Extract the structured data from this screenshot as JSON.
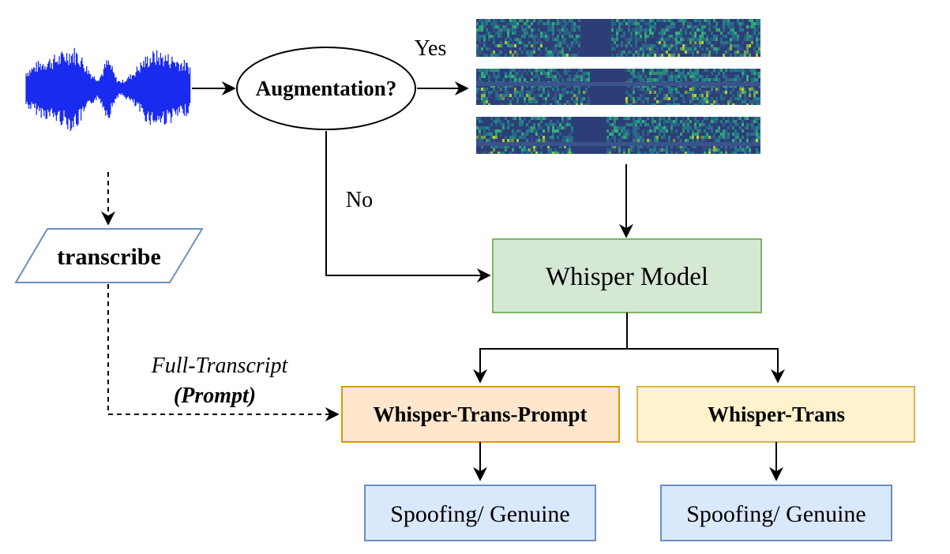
{
  "diagram": {
    "nodes": {
      "augmentation": {
        "label": "Augmentation?"
      },
      "transcribe": {
        "label": "transcribe"
      },
      "whisper_model": {
        "label": "Whisper  Model"
      },
      "whisper_trans_prompt": {
        "label": "Whisper-Trans-Prompt"
      },
      "whisper_trans": {
        "label": "Whisper-Trans"
      },
      "output_left": {
        "label": "Spoofing/ Genuine"
      },
      "output_right": {
        "label": "Spoofing/ Genuine"
      }
    },
    "edge_labels": {
      "yes": "Yes",
      "no": "No",
      "full_transcript": "Full-Transcript",
      "prompt": "(Prompt)"
    },
    "colors": {
      "waveform": "#1a2bf0",
      "whisper_model_fill": "#d5e8d4",
      "whisper_model_stroke": "#82b366",
      "prompt_fill": "#ffe6cc",
      "prompt_stroke": "#d79b00",
      "trans_fill": "#fff2cc",
      "trans_stroke": "#d6b656",
      "output_fill": "#dae8fc",
      "output_stroke": "#6c8ebf",
      "spectrogram_dark": "#2d3e76",
      "spectrogram_mid": "#1f8a8c",
      "spectrogram_bright": "#b5de2b"
    }
  }
}
